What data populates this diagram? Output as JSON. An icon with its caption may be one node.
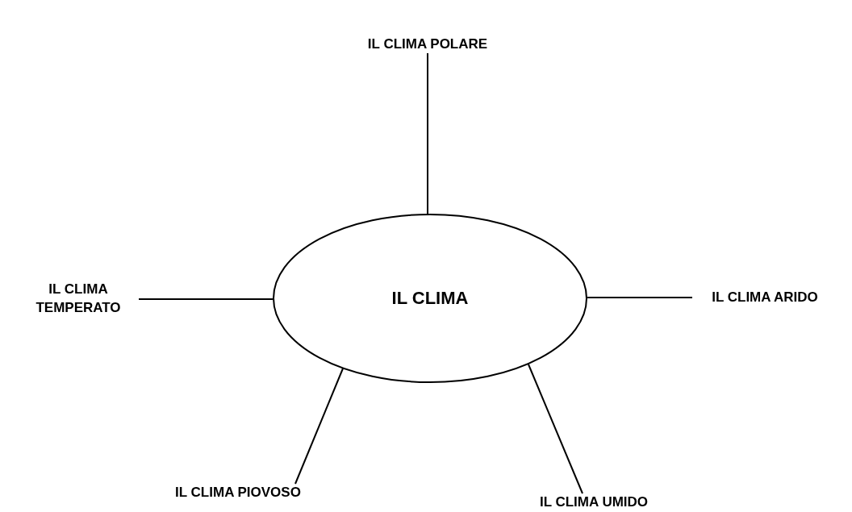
{
  "diagram": {
    "nodes": [
      {
        "text": [
          "IL CLIMA"
        ]
      },
      {
        "text": [
          "IL CLIMA POLARE"
        ]
      },
      {
        "text": [
          "IL CLIMA TEMPERATO"
        ]
      },
      {
        "text": [
          "IL CLIMA ARIDO"
        ]
      },
      {
        "text": [
          "IL CLIMA PIOVOSO"
        ]
      },
      {
        "text": [
          "IL CLIMA UMIDO"
        ]
      }
    ],
    "edges": [
      {
        "from": 0,
        "to": 1,
        "arrow": "none"
      },
      {
        "from": 0,
        "to": 2,
        "arrow": "none"
      },
      {
        "from": 0,
        "to": 3,
        "arrow": "none"
      },
      {
        "from": 0,
        "to": 4,
        "arrow": "none"
      },
      {
        "from": 0,
        "to": 5,
        "arrow": "none"
      }
    ]
  }
}
